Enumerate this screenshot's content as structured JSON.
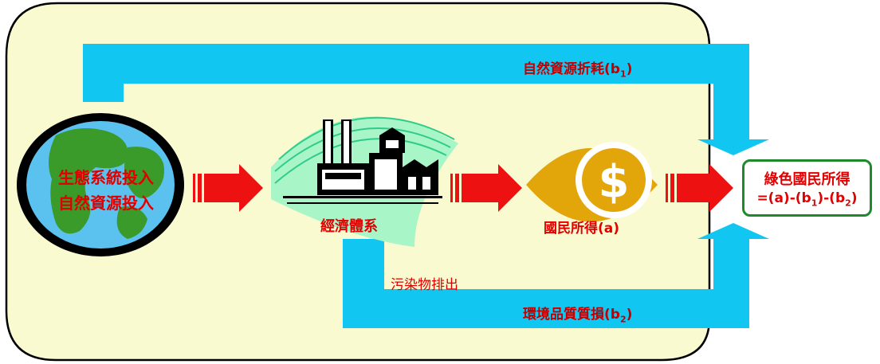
{
  "colors": {
    "panel_fill": "#fafad0",
    "panel_border": "#000000",
    "flow_cyan": "#12c6f2",
    "arrow_red": "#ee1111",
    "label_red": "#e00000",
    "result_border": "#1f8a2a",
    "coin_gold": "#e2a50a"
  },
  "globe": {
    "line1": "生態系統投入",
    "line2": "自然資源投入"
  },
  "economy": {
    "label": "經濟體系",
    "icon": "factory-icon"
  },
  "income": {
    "label": "國民所得(a)",
    "icon": "dollar-coin-icon"
  },
  "depletion": {
    "label": "自然資源折耗(b",
    "sub": "1",
    "close": ")"
  },
  "degradation": {
    "label": "環境品質質損(b",
    "sub": "2",
    "close": ")"
  },
  "pollution": {
    "label": "污染物排出"
  },
  "result": {
    "line1": "綠色國民所得",
    "formula_a": "=(a)-(b",
    "sub1": "1",
    "formula_mid": ")-(b",
    "sub2": "2",
    "formula_end": ")"
  }
}
